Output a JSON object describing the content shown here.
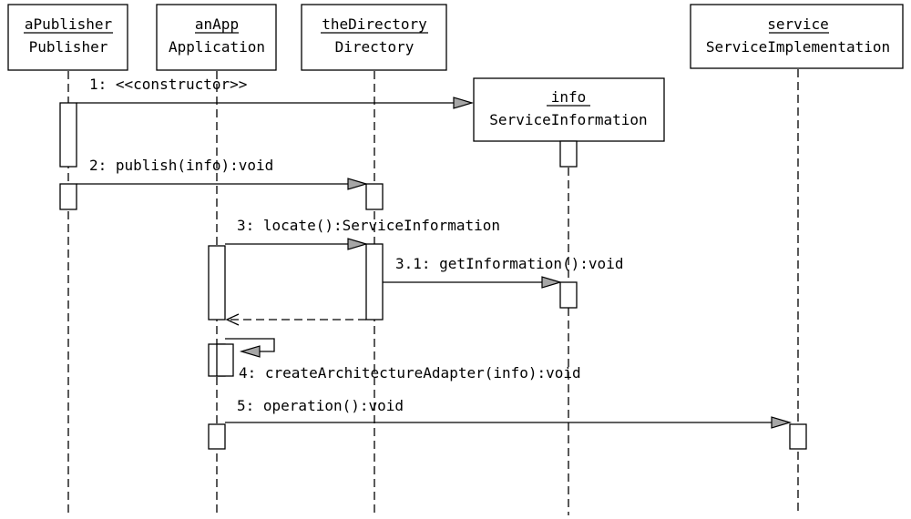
{
  "participants": {
    "publisher": {
      "instance": "aPublisher",
      "type": "Publisher"
    },
    "app": {
      "instance": "anApp",
      "type": "Application"
    },
    "directory": {
      "instance": "theDirectory",
      "type": "Directory"
    },
    "info": {
      "instance": "info",
      "type": "ServiceInformation"
    },
    "service": {
      "instance": "service",
      "type": "ServiceImplementation"
    }
  },
  "messages": {
    "m1": "1: <<constructor>>",
    "m2": "2: publish(info):void",
    "m3": "3: locate():ServiceInformation",
    "m31": "3.1: getInformation():void",
    "m4": "4: createArchitectureAdapter(info):void",
    "m5": "5: operation():void"
  }
}
